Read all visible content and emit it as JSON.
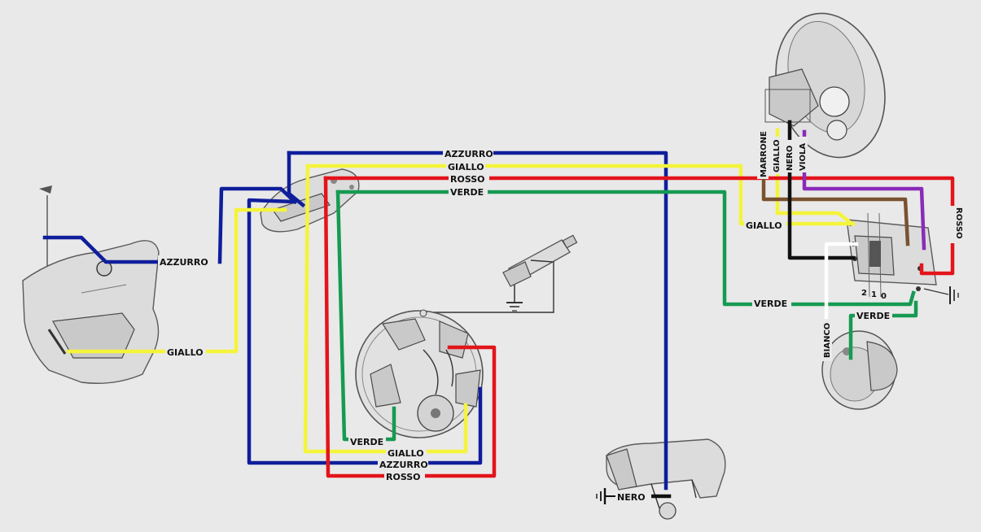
{
  "colors": {
    "azzurro": "#0f1e9b",
    "giallo": "#f4f43a",
    "rosso": "#e3141b",
    "verde": "#169a52",
    "marrone": "#7a5230",
    "nero": "#111111",
    "viola": "#8a2bb8",
    "bianco": "#ffffff",
    "paper": "#e9e9e9"
  },
  "labels": {
    "azzurro_top": "AZZURRO",
    "giallo_top": "GIALLO",
    "rosso_top": "ROSSO",
    "verde_top": "VERDE",
    "azzurro_left": "AZZURRO",
    "giallo_left": "GIALLO",
    "verde_magneto": "VERDE",
    "giallo_bottom": "GIALLO",
    "azzurro_bottom": "AZZURRO",
    "rosso_bottom": "ROSSO",
    "giallo_regulator": "GIALLO",
    "verde_right": "VERDE",
    "verde_horn": "VERDE",
    "bianco": "BIANCO",
    "rosso_right": "ROSSO",
    "nero_bottom": "NERO",
    "marrone": "MARRONE",
    "giallo_vertical": "GIALLO",
    "nero_vertical": "NERO",
    "viola": "VIOLA"
  },
  "terminals": [
    "2",
    "1",
    "0"
  ],
  "icons": [
    "ground-icon"
  ]
}
